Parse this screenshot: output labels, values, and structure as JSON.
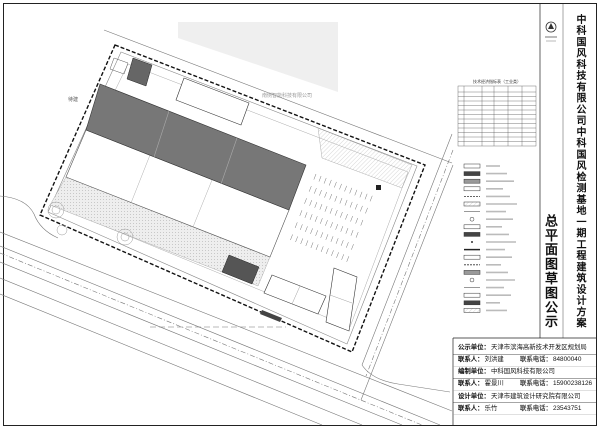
{
  "title_block": {
    "company": "中科国风科技有限公司",
    "project": "中科国风检测基地一期工程建筑设计方案",
    "drawing_title": "总平面图草图公示",
    "publicity": {
      "label": "公示单位：",
      "value": "天津市滨海高新技术开发区规划局"
    },
    "publicity_contact": {
      "label": "联系人：",
      "value": "刘洪建",
      "phone_label": "联系电话：",
      "phone": "84800040"
    },
    "compiler": {
      "label": "编制单位：",
      "value": "中科国风科技有限公司"
    },
    "compiler_contact": {
      "label": "联系人：",
      "value": "霍景川",
      "phone_label": "联系电话：",
      "phone": "15900238126"
    },
    "designer": {
      "label": "设计单位：",
      "value": "天津市建筑设计研究院有限公司"
    },
    "designer_contact": {
      "label": "联系人：",
      "value": "乐竹",
      "phone_label": "联系电话：",
      "phone": "23543751"
    }
  },
  "site_plan": {
    "label_to_build": "待建",
    "label_neighbor": "南侧智能科技有限公司",
    "indicator_table_title": "技术经济指标表（工业类）"
  },
  "colors": {
    "line": "#222222",
    "boundary": "#111111",
    "building_dark": "#777777",
    "building_fill": "#ffffff",
    "hatch": "#bbbbbb",
    "neighbor_text": "#999999"
  }
}
